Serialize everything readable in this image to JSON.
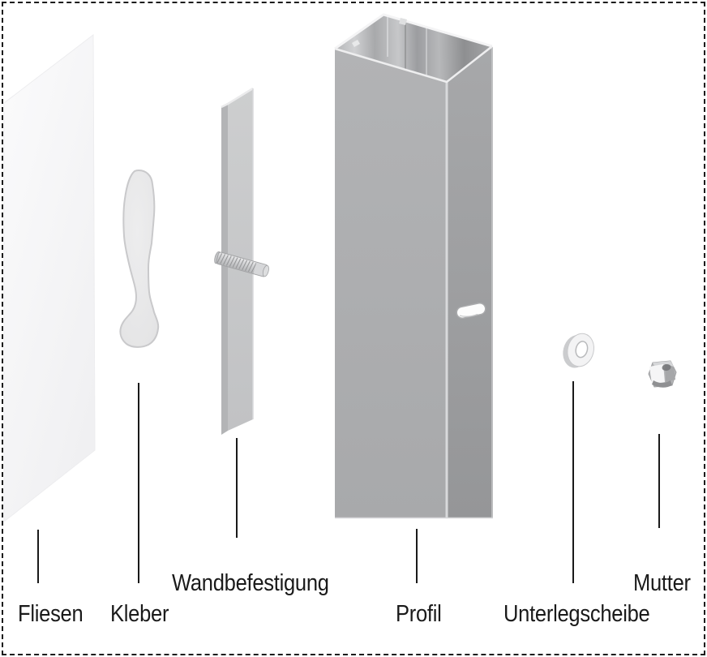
{
  "diagram": {
    "description": "Exploded assembly view of a wall-mounted profile fixing (tile, adhesive, wall bracket with stud, aluminium profile, washer, nut)",
    "parts": [
      {
        "key": "fliesen",
        "label": "Fliesen"
      },
      {
        "key": "kleber",
        "label": "Kleber"
      },
      {
        "key": "wandbefestigung",
        "label": "Wandbefestigung"
      },
      {
        "key": "profil",
        "label": "Profil"
      },
      {
        "key": "unterlegscheibe",
        "label": "Unterlegscheibe"
      },
      {
        "key": "mutter",
        "label": "Mutter"
      }
    ],
    "colors": {
      "background": "#ffffff",
      "border_dash": "#1c1c1c",
      "label_text": "#1a1a1a",
      "leader_line": "#1a1a1a",
      "tile_fill": "#f4f4f6",
      "adhesive_fill": "#e6e6e7",
      "bracket_fill": "#c6c7c9",
      "profile_front_fill": "#aeafb1",
      "profile_side_fill": "#9fa0a2",
      "edge_highlight": "#f2f2f3"
    }
  }
}
